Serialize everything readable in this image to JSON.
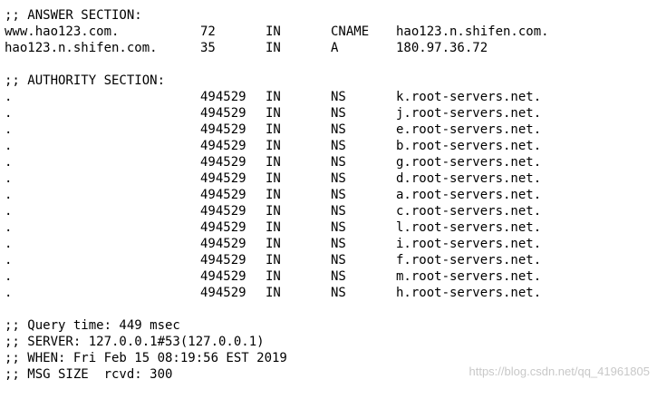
{
  "answer_section": {
    "header": ";; ANSWER SECTION:",
    "records": [
      {
        "name": "www.hao123.com.",
        "ttl": "72",
        "class": "IN",
        "type": "CNAME",
        "data": "hao123.n.shifen.com."
      },
      {
        "name": "hao123.n.shifen.com.",
        "ttl": "35",
        "class": "IN",
        "type": "A",
        "data": "180.97.36.72"
      }
    ]
  },
  "authority_section": {
    "header": ";; AUTHORITY SECTION:",
    "records": [
      {
        "name": ".",
        "ttl": "494529",
        "class": "IN",
        "type": "NS",
        "data": "k.root-servers.net."
      },
      {
        "name": ".",
        "ttl": "494529",
        "class": "IN",
        "type": "NS",
        "data": "j.root-servers.net."
      },
      {
        "name": ".",
        "ttl": "494529",
        "class": "IN",
        "type": "NS",
        "data": "e.root-servers.net."
      },
      {
        "name": ".",
        "ttl": "494529",
        "class": "IN",
        "type": "NS",
        "data": "b.root-servers.net."
      },
      {
        "name": ".",
        "ttl": "494529",
        "class": "IN",
        "type": "NS",
        "data": "g.root-servers.net."
      },
      {
        "name": ".",
        "ttl": "494529",
        "class": "IN",
        "type": "NS",
        "data": "d.root-servers.net."
      },
      {
        "name": ".",
        "ttl": "494529",
        "class": "IN",
        "type": "NS",
        "data": "a.root-servers.net."
      },
      {
        "name": ".",
        "ttl": "494529",
        "class": "IN",
        "type": "NS",
        "data": "c.root-servers.net."
      },
      {
        "name": ".",
        "ttl": "494529",
        "class": "IN",
        "type": "NS",
        "data": "l.root-servers.net."
      },
      {
        "name": ".",
        "ttl": "494529",
        "class": "IN",
        "type": "NS",
        "data": "i.root-servers.net."
      },
      {
        "name": ".",
        "ttl": "494529",
        "class": "IN",
        "type": "NS",
        "data": "f.root-servers.net."
      },
      {
        "name": ".",
        "ttl": "494529",
        "class": "IN",
        "type": "NS",
        "data": "m.root-servers.net."
      },
      {
        "name": ".",
        "ttl": "494529",
        "class": "IN",
        "type": "NS",
        "data": "h.root-servers.net."
      }
    ]
  },
  "stats": {
    "query_time": ";; Query time: 449 msec",
    "server": ";; SERVER: 127.0.0.1#53(127.0.0.1)",
    "when": ";; WHEN: Fri Feb 15 08:19:56 EST 2019",
    "msg_size": ";; MSG SIZE  rcvd: 300"
  },
  "watermark": "https://blog.csdn.net/qq_41961805",
  "colors": {
    "background": "#ffffff",
    "text": "#000000",
    "watermark": "#c8c8c8"
  }
}
